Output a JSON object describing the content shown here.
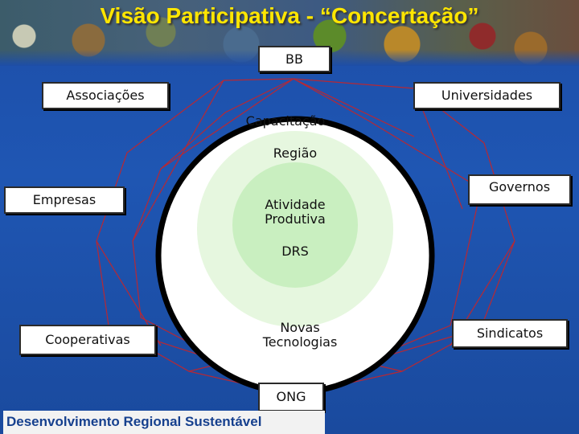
{
  "title": "Visão Participativa - “Concertação”",
  "footer": "Desenvolvimento Regional Sustentável",
  "colors": {
    "title": "#ffe600",
    "background": "#1d4ea8",
    "connector_lines": "#c0262e",
    "footer_text": "#16408e"
  },
  "actors": {
    "bb": "BB",
    "associacoes": "Associações",
    "universidades": "Universidades",
    "empresas": "Empresas",
    "governos": "Governos",
    "cooperativas": "Cooperativas",
    "sindicatos": "Sindicatos",
    "ong": "ONG"
  },
  "circles": {
    "capacitacao": "Capacitação",
    "regiao": "Região",
    "atividade_produtiva": [
      "Atividade",
      "Produtiva"
    ],
    "drs": "DRS",
    "novas_tecnologias": [
      "Novas",
      "Tecnologias"
    ]
  }
}
